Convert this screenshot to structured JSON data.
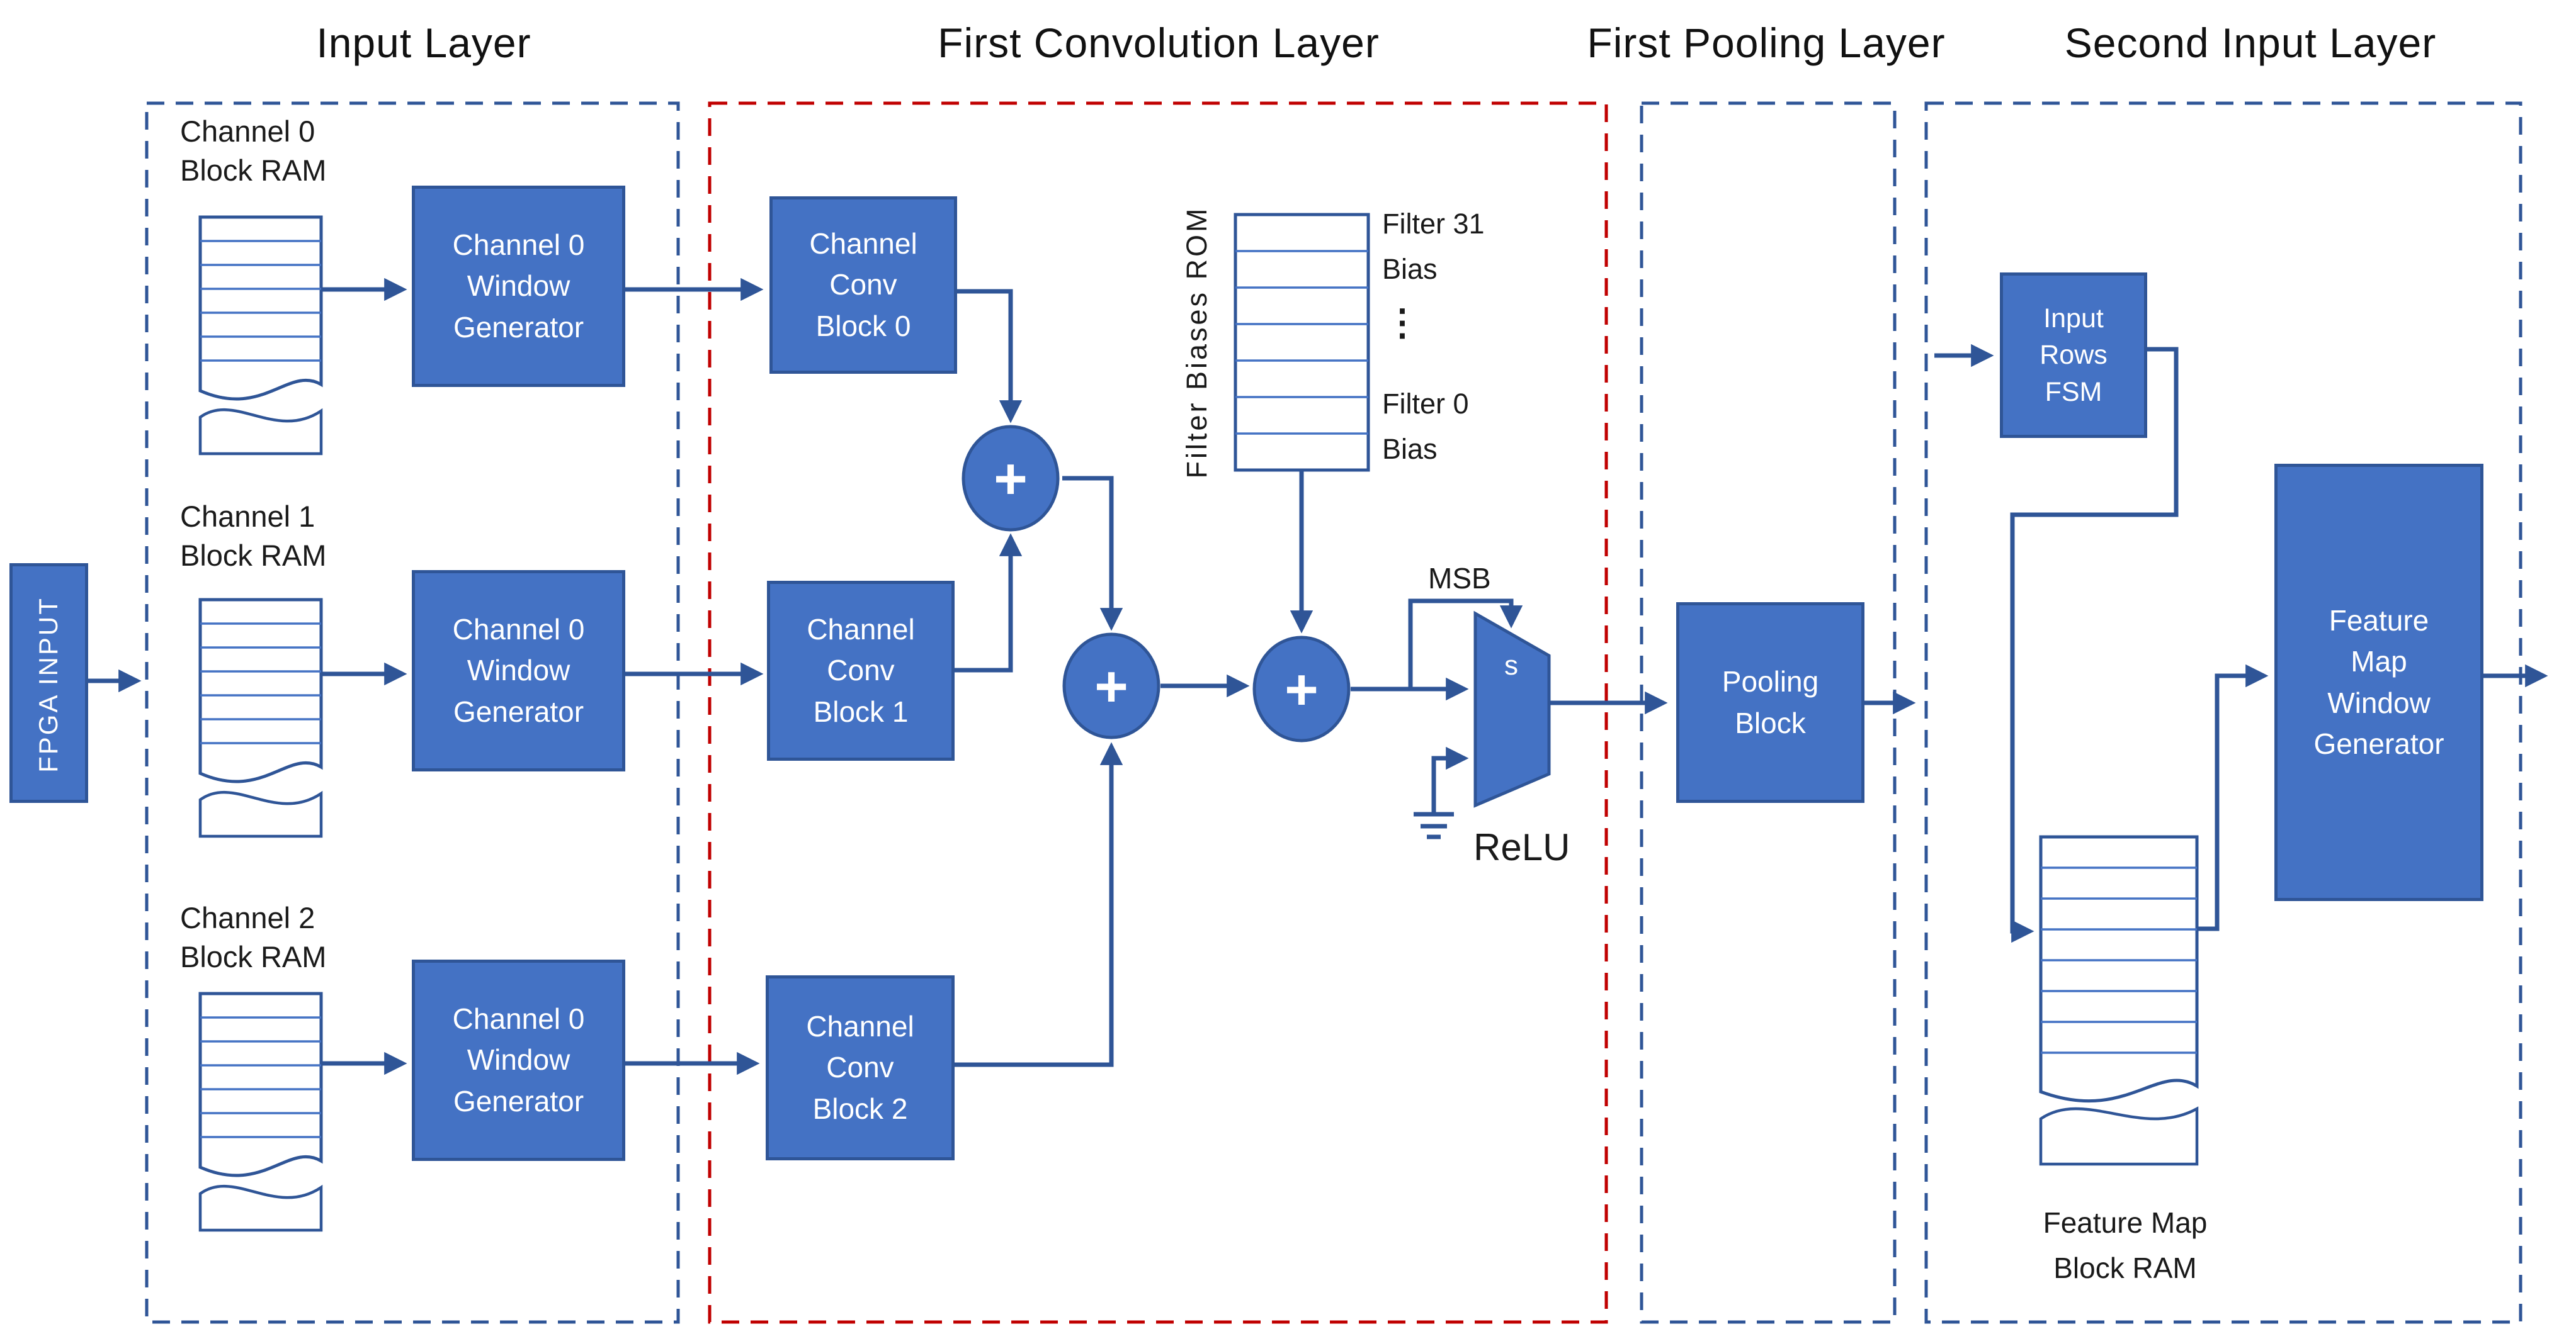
{
  "titles": {
    "input": "Input Layer",
    "conv": "First Convolution Layer",
    "pool": "First Pooling Layer",
    "second": "Second Input Layer"
  },
  "colors": {
    "box_fill": "#4472C4",
    "box_border": "#2F5597",
    "wire": "#2F5597",
    "dashed_blue": "#2F5597",
    "dashed_red": "#C00000",
    "text_dark": "#1a1a1a",
    "text_light": "#FFFFFF"
  },
  "fpga_input": {
    "label": "FPGA INPUT"
  },
  "input_layer": {
    "channels": [
      {
        "ram_label": [
          "Channel 0",
          "Block RAM"
        ],
        "generator": [
          "Channel 0",
          "Window",
          "Generator"
        ]
      },
      {
        "ram_label": [
          "Channel 1",
          "Block RAM"
        ],
        "generator": [
          "Channel 0",
          "Window",
          "Generator"
        ]
      },
      {
        "ram_label": [
          "Channel 2",
          "Block RAM"
        ],
        "generator": [
          "Channel 0",
          "Window",
          "Generator"
        ]
      }
    ]
  },
  "conv_layer": {
    "blocks": [
      [
        "Channel",
        "Conv",
        "Block 0"
      ],
      [
        "Channel",
        "Conv",
        "Block 1"
      ],
      [
        "Channel",
        "Conv",
        "Block 2"
      ]
    ],
    "adder_symbol": "+",
    "rom": {
      "side_label": "Filter Biases ROM",
      "top_label": [
        "Filter 31",
        "Bias"
      ],
      "ellipsis": "⋮",
      "bottom_label": [
        "Filter 0",
        "Bias"
      ]
    },
    "mux": {
      "msb_label": "MSB",
      "select_label": "s",
      "relu_label": "ReLU"
    }
  },
  "pooling_layer": {
    "block": [
      "Pooling",
      "Block"
    ]
  },
  "second_layer": {
    "fsm": [
      "Input",
      "Rows",
      "FSM"
    ],
    "generator": [
      "Feature",
      "Map",
      "Window",
      "Generator"
    ],
    "ram_label": [
      "Feature Map",
      "Block RAM"
    ]
  }
}
